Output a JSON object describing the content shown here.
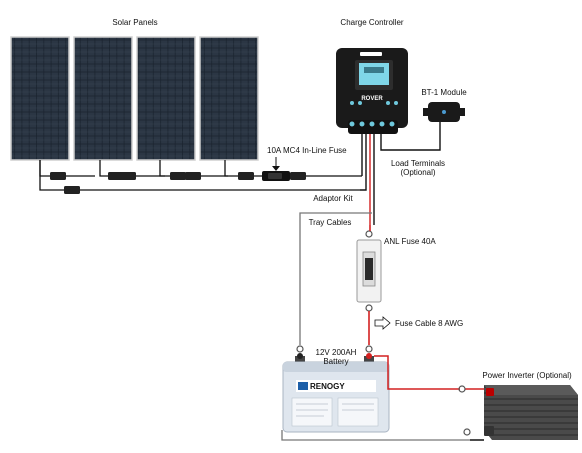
{
  "labels": {
    "solar_panels": "Solar Panels",
    "charge_controller": "Charge Controller",
    "bt1_module": "BT-1 Module",
    "mc4_fuse": "10A MC4 In-Line Fuse",
    "load_terminals_1": "Load Terminals",
    "load_terminals_2": "(Optional)",
    "adaptor_kit": "Adaptor Kit",
    "tray_cables": "Tray Cables",
    "anl_fuse": "ANL Fuse 40A",
    "fuse_cable": "Fuse Cable 8 AWG",
    "battery_1": "12V 200AH",
    "battery_2": "Battery",
    "inverter": "Power Inverter (Optional)"
  },
  "brand": {
    "battery_logo": "RENOGY",
    "controller_logo": "ROVER"
  },
  "colors": {
    "wire_red": "#d32020",
    "wire_black": "#111111",
    "wire_gray": "#777777",
    "panel_cell": "#1b2430",
    "battery_body": "#dfe6ee",
    "brand_blue": "#1d5fa8",
    "controller_body": "#1a1a1a",
    "controller_screen": "#7fd6e8"
  }
}
